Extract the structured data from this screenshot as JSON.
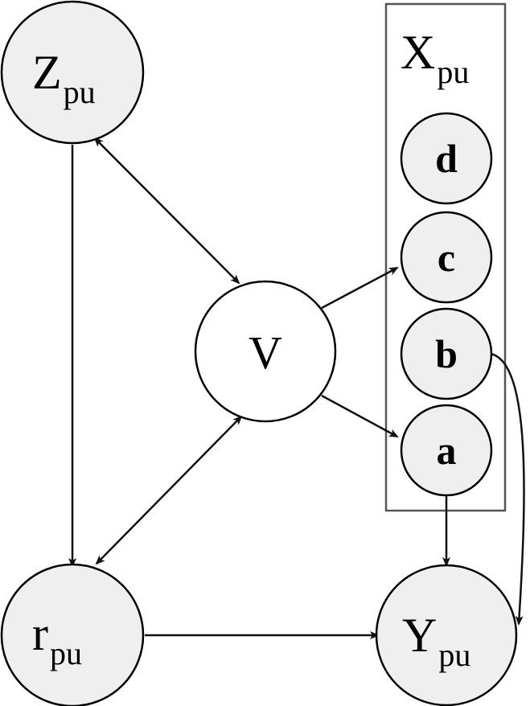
{
  "diagram": {
    "nodes": {
      "z": {
        "main": "Z",
        "sub": "pu"
      },
      "r": {
        "main": "r",
        "sub": "pu"
      },
      "y": {
        "main": "Y",
        "sub": "pu"
      },
      "v": {
        "main": "V"
      },
      "d": {
        "main": "d"
      },
      "c": {
        "main": "c"
      },
      "b": {
        "main": "b"
      },
      "a": {
        "main": "a"
      }
    },
    "plate": {
      "main": "X",
      "sub": "pu"
    },
    "edges": [
      {
        "from": "z",
        "to": "r",
        "directed": "forward"
      },
      {
        "from": "z",
        "to": "v",
        "directed": "both"
      },
      {
        "from": "r",
        "to": "v",
        "directed": "both"
      },
      {
        "from": "r",
        "to": "y",
        "directed": "forward"
      },
      {
        "from": "v",
        "to": "c",
        "directed": "forward"
      },
      {
        "from": "v",
        "to": "a",
        "directed": "forward"
      },
      {
        "from": "a",
        "to": "y",
        "directed": "forward"
      },
      {
        "from": "b",
        "to": "y",
        "directed": "forward"
      }
    ],
    "colors": {
      "node_fill": "#efefef",
      "v_fill": "#ffffff",
      "plate_stroke": "#555555"
    }
  }
}
